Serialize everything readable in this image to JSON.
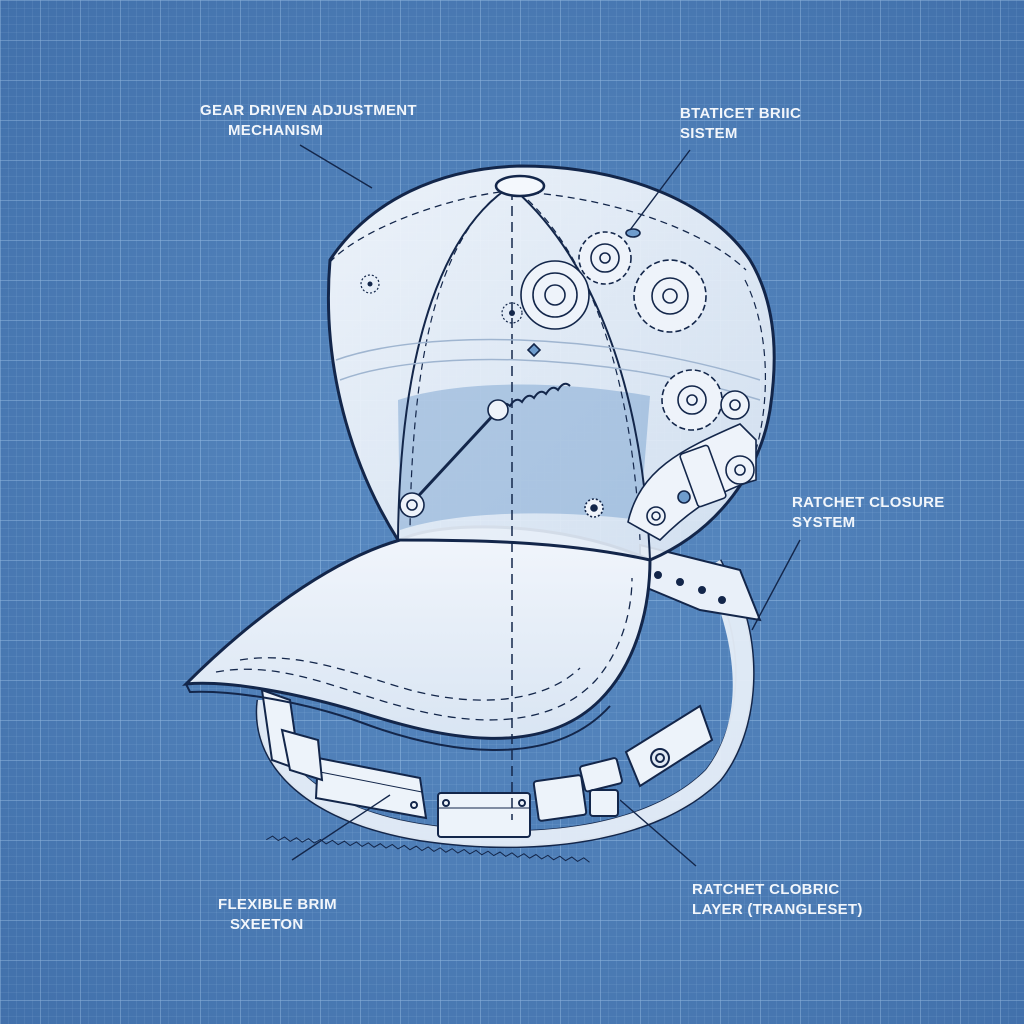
{
  "diagram": {
    "style": "blueprint",
    "subject": "baseball cap with adjustment mechanism",
    "colors": {
      "background": "#4a7bb5",
      "grid_line": "#aacdf0",
      "label_text": "#f2f6fb",
      "line_stroke": "#13264a",
      "cap_fill": "#e9f0f9"
    },
    "callouts": [
      {
        "id": "gear",
        "line1": "GEAR DRIVEN ADJUSTMENT",
        "line2": "MECHANISM"
      },
      {
        "id": "ratchet-top",
        "line1": "BTATICET BRIIC",
        "line2": "SISTEM"
      },
      {
        "id": "ratchet-closure",
        "line1": "RATCHET CLOSURE",
        "line2": "SYSTEM"
      },
      {
        "id": "brim",
        "line1": "FLEXIBLE BRIM",
        "line2": "SXEETON"
      },
      {
        "id": "fabric",
        "line1": "RATCHET CLOBRIC",
        "line2": "LAYER (TRANGLESET)"
      }
    ]
  }
}
